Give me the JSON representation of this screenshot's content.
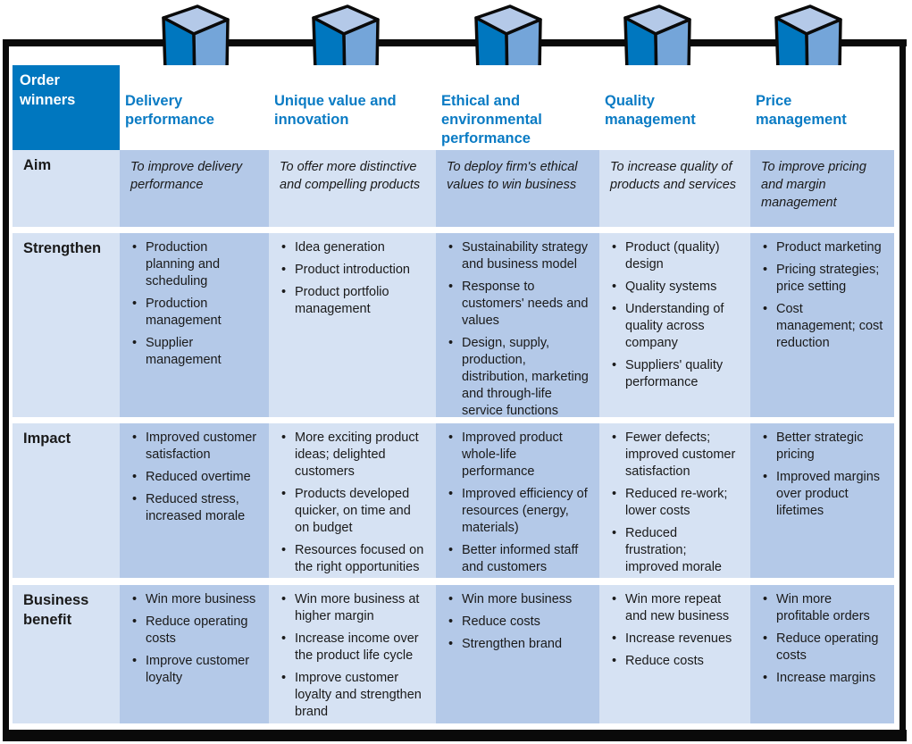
{
  "title": "Order winners",
  "colors": {
    "frame": "#0a0a0a",
    "corner_bg": "#0077bf",
    "header_text": "#0a7bc4",
    "light_column": "#d6e2f3",
    "medium_column": "#b4c9e8",
    "cube_front": "#0077bf",
    "cube_side": "#74a5d9",
    "cube_top": "#b4c9e8"
  },
  "columns": [
    {
      "id": "delivery",
      "label": "Delivery performance",
      "icon": "cube-icon"
    },
    {
      "id": "unique",
      "label": "Unique value and innovation",
      "icon": "cube-icon"
    },
    {
      "id": "ethical",
      "label": "Ethical and environmental performance",
      "icon": "cube-icon"
    },
    {
      "id": "quality",
      "label": "Quality management",
      "icon": "cube-icon"
    },
    {
      "id": "price",
      "label": "Price management",
      "icon": "cube-icon"
    }
  ],
  "header_lines": [
    [
      "Delivery",
      "performance"
    ],
    [
      "Unique value and",
      "innovation"
    ],
    [
      "Ethical and",
      "environmental",
      "performance"
    ],
    [
      "Quality",
      "management"
    ],
    [
      "Price",
      "management"
    ]
  ],
  "corner_lines": [
    "Order",
    "winners"
  ],
  "rows": {
    "aim": {
      "label": "Aim",
      "cells": [
        "To improve delivery performance",
        "To offer more distinctive and compelling products",
        "To deploy firm's ethical values to win business",
        "To increase quality of products and services",
        "To improve pricing and margin management"
      ]
    },
    "strengthen": {
      "label": "Strengthen",
      "cells": [
        [
          "Production planning and scheduling",
          "Production management",
          "Supplier management"
        ],
        [
          "Idea generation",
          "Product introduction",
          "Product portfolio management"
        ],
        [
          "Sustainability strategy and business model",
          "Response to customers' needs and values",
          "Design, supply, production, distribution, marketing and through-life service functions"
        ],
        [
          "Product (quality) design",
          "Quality systems",
          "Understanding of quality across company",
          "Suppliers' quality performance"
        ],
        [
          "Product marketing",
          "Pricing strategies; price setting",
          "Cost management; cost reduction"
        ]
      ]
    },
    "impact": {
      "label": "Impact",
      "cells": [
        [
          "Improved customer satisfaction",
          "Reduced overtime",
          "Reduced stress, increased morale"
        ],
        [
          "More exciting product ideas; delighted customers",
          "Products developed quicker, on time and on budget",
          "Resources focused on the right opportunities"
        ],
        [
          "Improved product whole-life performance",
          "Improved efficiency of resources (energy, materials)",
          "Better informed staff and customers"
        ],
        [
          "Fewer defects; improved customer satisfaction",
          "Reduced re-work; lower costs",
          "Reduced frustration; improved morale"
        ],
        [
          "Better strategic pricing",
          "Improved margins over product lifetimes"
        ]
      ]
    },
    "benefit": {
      "label_lines": [
        "Business",
        "benefit"
      ],
      "cells": [
        [
          "Win more business",
          "Reduce operating costs",
          "Improve customer loyalty"
        ],
        [
          "Win more business at higher margin",
          "Increase income over the product life cycle",
          "Improve customer loyalty and strengthen brand"
        ],
        [
          "Win more business",
          "Reduce costs",
          "Strengthen brand"
        ],
        [
          "Win more repeat and new business",
          "Increase revenues",
          "Reduce costs"
        ],
        [
          "Win more profitable orders",
          "Reduce operating costs",
          "Increase margins"
        ]
      ]
    }
  }
}
